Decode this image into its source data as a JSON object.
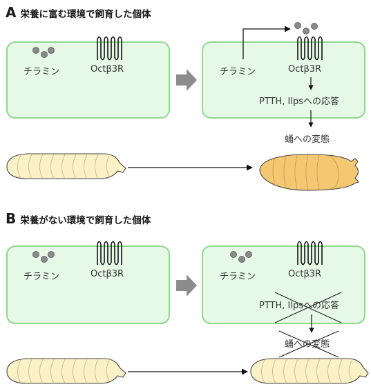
{
  "panel_a": {
    "letter": "A",
    "title": "栄養に富む環境で飼育した個体",
    "left_cell": {
      "tyramine": "チラミン",
      "receptor": "Octβ3R"
    },
    "right_cell": {
      "tyramine": "チラミン",
      "receptor": "Octβ3R",
      "response": "PTTH, Ilpsへの応答"
    },
    "outcome": "蛹への変態"
  },
  "panel_b": {
    "letter": "B",
    "title": "栄養がない環境で飼育した個体",
    "left_cell": {
      "tyramine": "チラミン",
      "receptor": "Octβ3R"
    },
    "right_cell": {
      "tyramine": "チラミン",
      "receptor": "Octβ3R",
      "response": "PTTH, Ilpsへの応答"
    },
    "outcome": "蛹への変態"
  },
  "colors": {
    "cell_fill": "#e6f8e6",
    "cell_stroke": "#8fd88f",
    "ligand": "#8a8a8a",
    "larva_fill": "#fbf1c6",
    "pupa_fill": "#f4c872",
    "big_arrow": "#8c8c8c"
  }
}
